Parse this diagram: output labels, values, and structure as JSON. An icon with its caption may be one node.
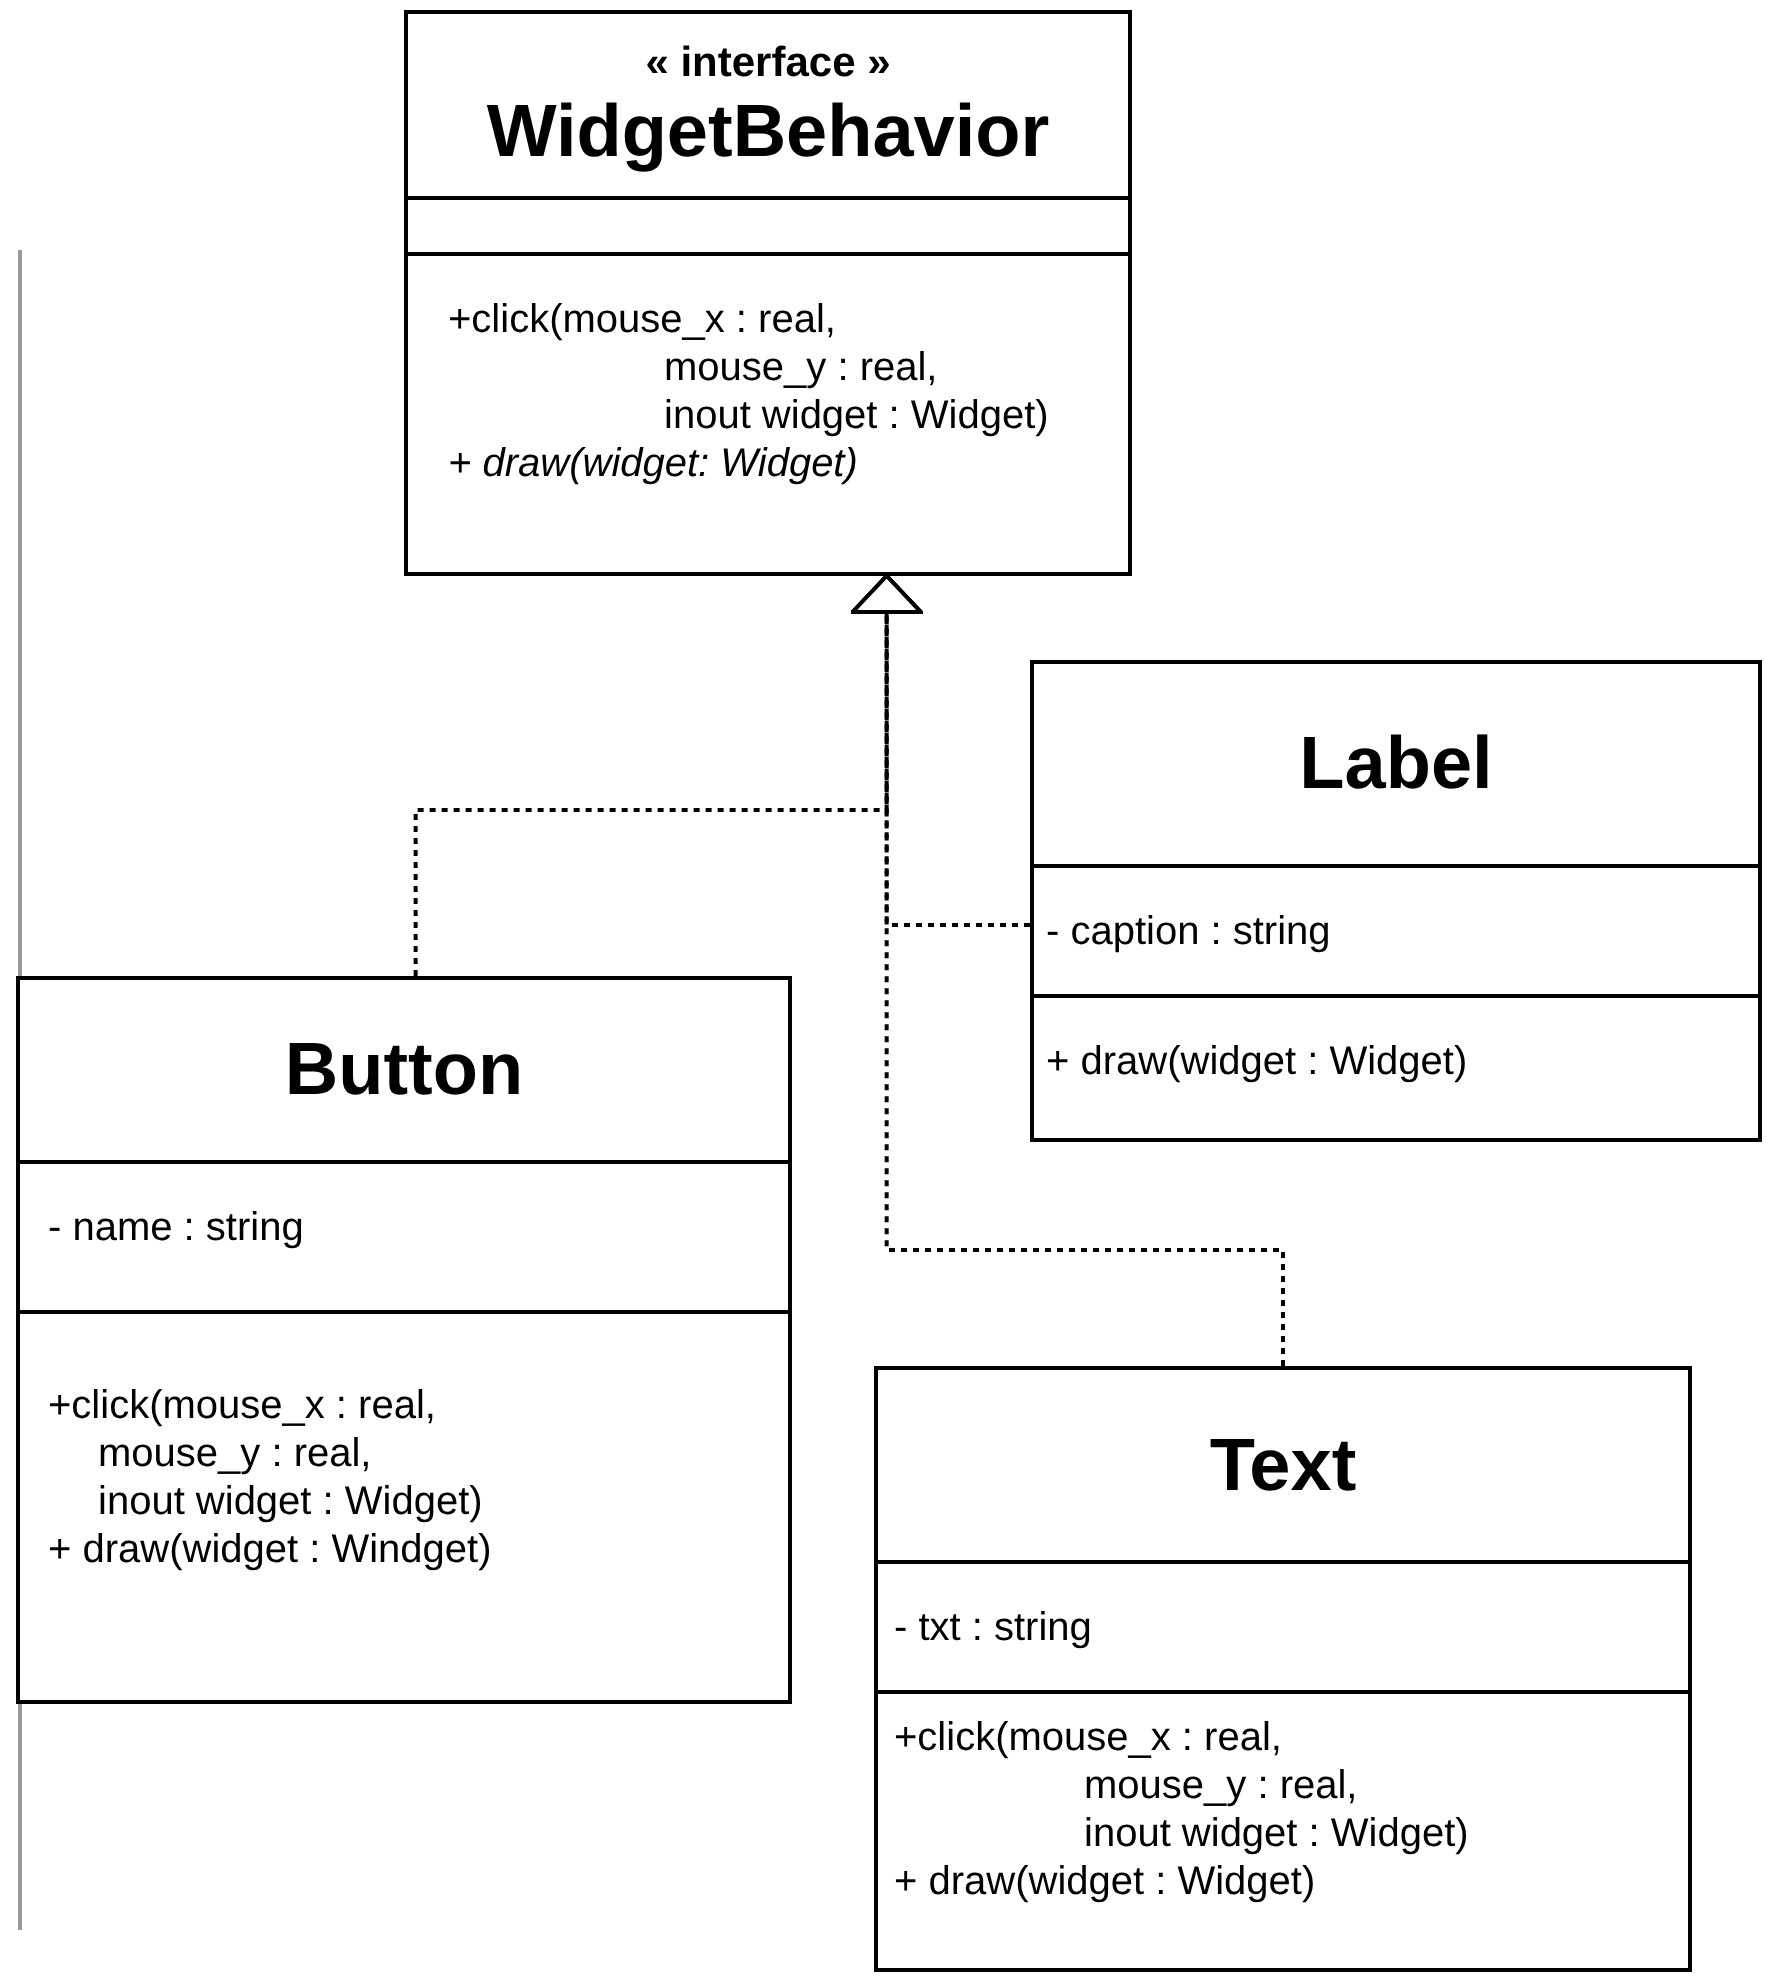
{
  "diagram": {
    "nodes": [
      {
        "text": [
          "« interface »",
          "WidgetBehavior",
          "+click(mouse_x : real, mouse_y : real, inout widget : Widget)",
          "+ draw(widget: Widget)"
        ]
      },
      {
        "text": [
          "Label",
          "- caption : string",
          "+ draw(widget : Widget)"
        ]
      },
      {
        "text": [
          "Button",
          "- name : string",
          "+click(mouse_x : real, mouse_y : real, inout widget : Widget)",
          "+ draw(widget : Windget)"
        ]
      },
      {
        "text": [
          "Text",
          "- txt : string",
          "+click(mouse_x : real, mouse_y : real, inout widget : Widget)",
          "+ draw(widget : Widget)"
        ]
      }
    ],
    "edges": [
      {
        "from": 2,
        "to": 0,
        "arrow": "to",
        "style": "dashed"
      },
      {
        "from": 1,
        "to": 0,
        "arrow": "to",
        "style": "dashed"
      },
      {
        "from": 3,
        "to": 0,
        "arrow": "to",
        "style": "dashed"
      }
    ]
  }
}
